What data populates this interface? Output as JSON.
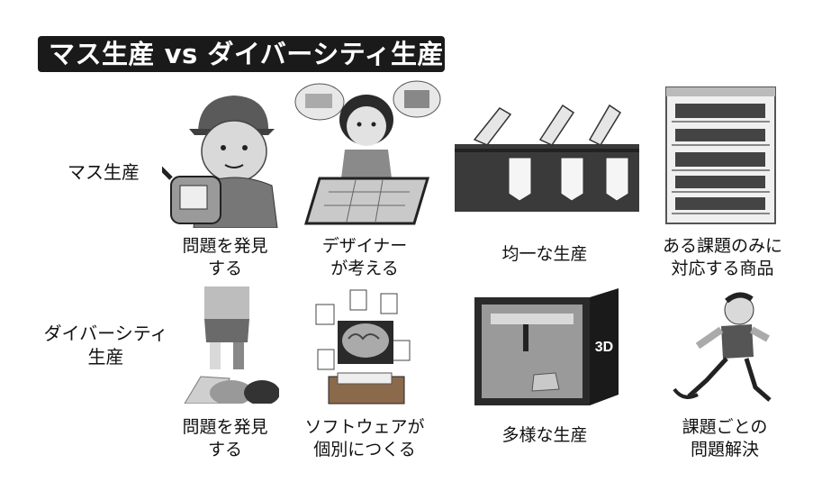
{
  "title": "マス生産 vs ダイバーシティ生産",
  "rows": [
    {
      "label_lines": [
        "マス生産"
      ],
      "items": [
        {
          "caption_lines": [
            "問題を発見",
            "する"
          ],
          "icon": "worker-with-fire-extinguisher-icon"
        },
        {
          "caption_lines": [
            "デザイナー",
            "が考える"
          ],
          "icon": "designer-drawing-icon"
        },
        {
          "caption_lines": [
            "均一な生産"
          ],
          "icon": "robot-arms-assembly-line-icon"
        },
        {
          "caption_lines": [
            "ある課題のみに",
            "対応する商品"
          ],
          "icon": "store-shelf-icon"
        }
      ]
    },
    {
      "label_lines": [
        "ダイバーシティ",
        "生産"
      ],
      "items": [
        {
          "caption_lines": [
            "問題を発見",
            "する"
          ],
          "icon": "prosthetic-leg-person-icon"
        },
        {
          "caption_lines": [
            "ソフトウェアが",
            "個別につくる"
          ],
          "icon": "ai-brain-computer-icon"
        },
        {
          "caption_lines": [
            "多様な生産"
          ],
          "icon": "3d-printer-icon"
        },
        {
          "caption_lines": [
            "課題ごとの",
            "問題解決"
          ],
          "icon": "blade-runner-athlete-icon"
        }
      ]
    }
  ],
  "printer_label": "3D"
}
